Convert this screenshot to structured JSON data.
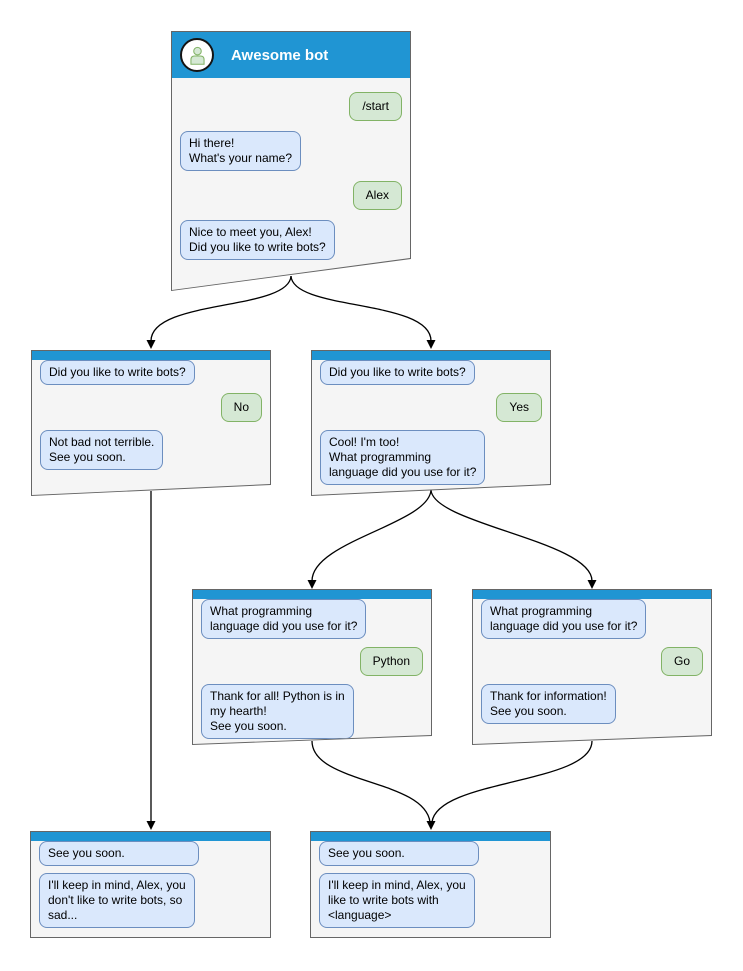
{
  "diagram": {
    "windows": [
      {
        "name": "main",
        "title": "Awesome bot",
        "messages": [
          {
            "from": "user",
            "text": "/start"
          },
          {
            "from": "bot",
            "text": "Hi there!\nWhat's your name?"
          },
          {
            "from": "user",
            "text": "Alex"
          },
          {
            "from": "bot",
            "text": "Nice to meet you, Alex!\nDid you like to write bots?"
          }
        ]
      },
      {
        "name": "branch-no",
        "messages": [
          {
            "from": "bot",
            "text": "Did you like to write bots?"
          },
          {
            "from": "user",
            "text": "No"
          },
          {
            "from": "bot",
            "text": "Not bad not terrible.\nSee you soon."
          }
        ]
      },
      {
        "name": "branch-yes",
        "messages": [
          {
            "from": "bot",
            "text": "Did you like to write bots?"
          },
          {
            "from": "user",
            "text": "Yes"
          },
          {
            "from": "bot",
            "text": "Cool! I'm too!\nWhat programming\nlanguage did you use for it?"
          }
        ]
      },
      {
        "name": "lang-python",
        "messages": [
          {
            "from": "bot",
            "text": "What programming\nlanguage did you use for it?"
          },
          {
            "from": "user",
            "text": "Python"
          },
          {
            "from": "bot",
            "text": "Thank for all! Python is in\nmy hearth!\nSee you soon."
          }
        ]
      },
      {
        "name": "lang-go",
        "messages": [
          {
            "from": "bot",
            "text": "What programming\nlanguage did you use for it?"
          },
          {
            "from": "user",
            "text": "Go"
          },
          {
            "from": "bot",
            "text": "Thank for information!\nSee you soon."
          }
        ]
      },
      {
        "name": "end-sad",
        "messages": [
          {
            "from": "bot",
            "text": "See you soon."
          },
          {
            "from": "bot",
            "text": "I'll keep in mind, Alex, you\ndon't like to write bots, so\nsad..."
          }
        ]
      },
      {
        "name": "end-happy",
        "messages": [
          {
            "from": "bot",
            "text": "See you soon."
          },
          {
            "from": "bot",
            "text": "I'll keep in mind, Alex, you\nlike to write bots with\n<language>"
          }
        ]
      }
    ],
    "edges": [
      {
        "from": "main",
        "to": "branch-no"
      },
      {
        "from": "main",
        "to": "branch-yes"
      },
      {
        "from": "branch-yes",
        "to": "lang-python"
      },
      {
        "from": "branch-yes",
        "to": "lang-go"
      },
      {
        "from": "branch-no",
        "to": "end-sad"
      },
      {
        "from": "lang-python",
        "to": "end-happy"
      },
      {
        "from": "lang-go",
        "to": "end-happy"
      }
    ],
    "colors": {
      "titlebar": "#2095d3",
      "window_fill": "#f5f5f5",
      "window_border": "#666666",
      "bot_bubble_fill": "#dae8fc",
      "bot_bubble_border": "#6c8ebf",
      "user_bubble_fill": "#d5e8d4",
      "user_bubble_border": "#82b366",
      "connector": "#000000"
    }
  }
}
